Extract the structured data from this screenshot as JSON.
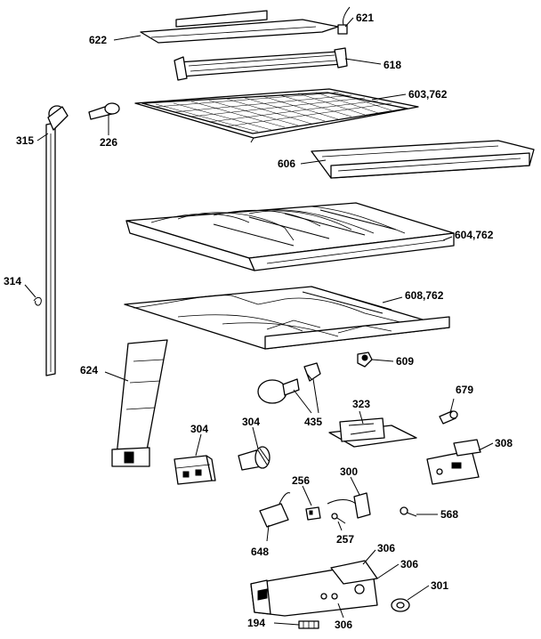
{
  "diagram": {
    "labels": {
      "p621": "621",
      "p622": "622",
      "p618": "618",
      "p603": "603,762",
      "p315": "315",
      "p226": "226",
      "p606": "606",
      "p604": "604,762",
      "p314": "314",
      "p608": "608,762",
      "p609": "609",
      "p624": "624",
      "p435": "435",
      "p679": "679",
      "p323": "323",
      "p304a": "304",
      "p304b": "304",
      "p308": "308",
      "p256": "256",
      "p300": "300",
      "p568": "568",
      "p257": "257",
      "p648": "648",
      "p306a": "306",
      "p306b": "306",
      "p306c": "306",
      "p301": "301",
      "p194": "194"
    }
  }
}
